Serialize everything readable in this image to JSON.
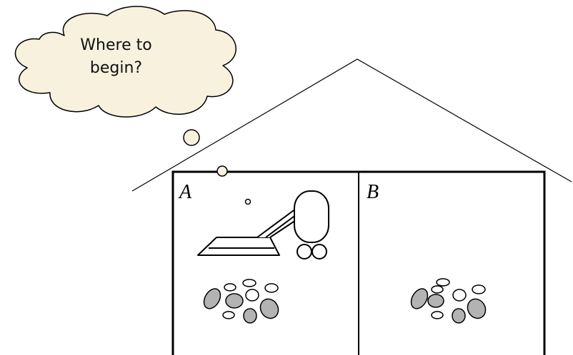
{
  "thought_bubble": {
    "line1": "Where to",
    "line2": "begin?"
  },
  "rooms": [
    {
      "label": "A",
      "has_vacuum": true,
      "has_dirt": true
    },
    {
      "label": "B",
      "has_vacuum": false,
      "has_dirt": true
    }
  ],
  "colors": {
    "bubble_fill": "#f7f1de",
    "dirt_fill": "#b3b3b3",
    "outline": "#000000"
  }
}
